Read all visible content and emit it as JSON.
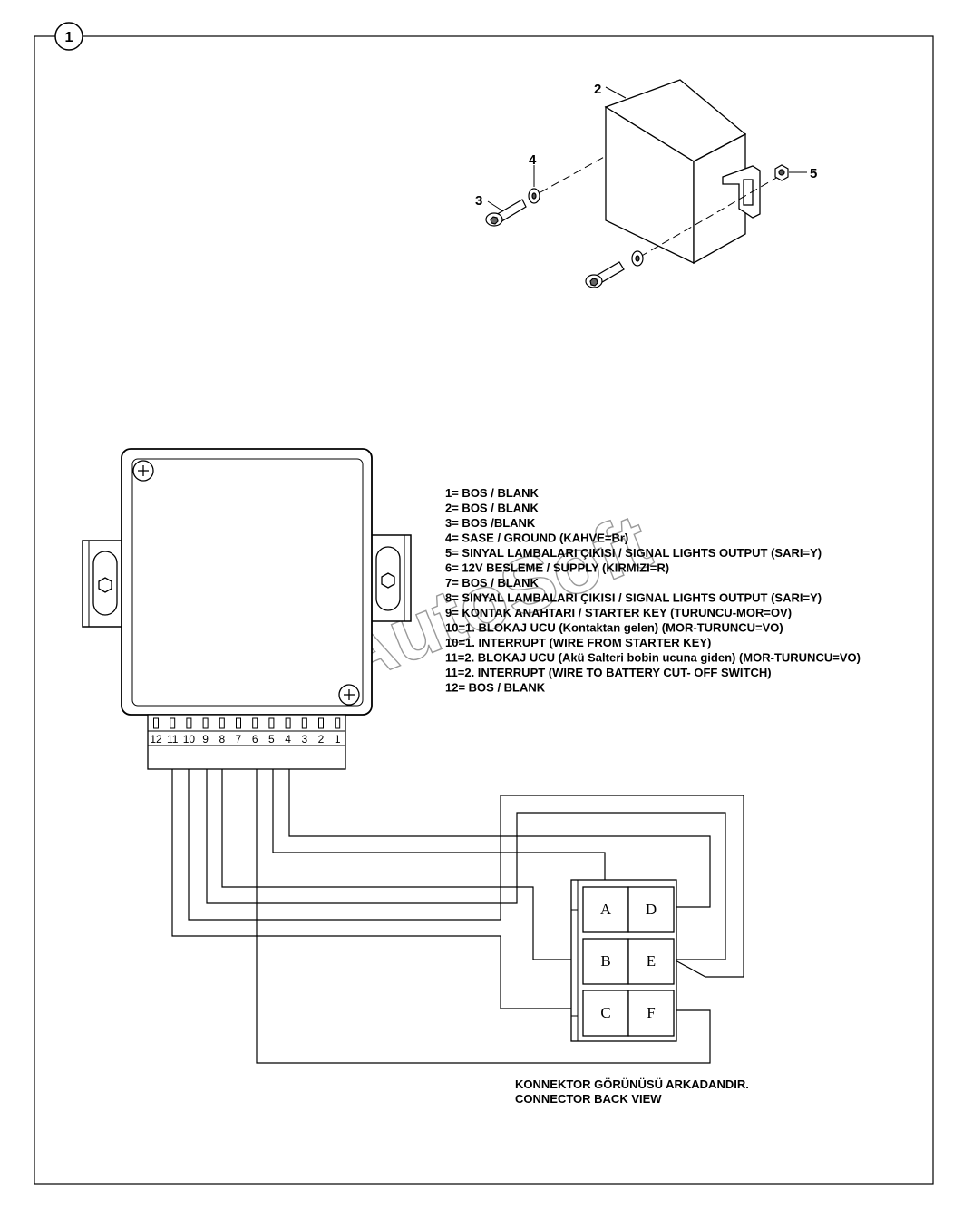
{
  "figure_number": "1",
  "parts": [
    {
      "id": "2",
      "label": "2"
    },
    {
      "id": "3",
      "label": "3"
    },
    {
      "id": "4",
      "label": "4"
    },
    {
      "id": "5",
      "label": "5"
    }
  ],
  "legend": [
    "1= BOS / BLANK",
    "2= BOS / BLANK",
    "3= BOS /BLANK",
    "4= SASE / GROUND (KAHVE=Br)",
    "5= SINYAL LAMBALARI ÇIKISI / SIGNAL LIGHTS OUTPUT (SARI=Y)",
    "6= 12V BESLEME / SUPPLY (KIRMIZI=R)",
    "7= BOS / BLANK",
    "8= SINYAL LAMBALARI ÇIKISI / SIGNAL LIGHTS OUTPUT (SARI=Y)",
    "9= KONTAK ANAHTARI / STARTER KEY (TURUNCU-MOR=OV)",
    "10=1. BLOKAJ UCU (Kontaktan gelen) (MOR-TURUNCU=VO)",
    "10=1. INTERRUPT (WIRE FROM STARTER KEY)",
    "11=2. BLOKAJ UCU (Akü Salteri bobin ucuna giden) (MOR-TURUNCU=VO)",
    "11=2. INTERRUPT (WIRE TO BATTERY CUT- OFF SWITCH)",
    "12= BOS / BLANK"
  ],
  "pins": [
    "12",
    "11",
    "10",
    "9",
    "8",
    "7",
    "6",
    "5",
    "4",
    "3",
    "2",
    "1"
  ],
  "connector_cells": [
    "A",
    "D",
    "B",
    "E",
    "C",
    "F"
  ],
  "note": [
    "KONNEKTOR GÖRÜNÜSÜ ARKADANDIR.",
    "CONNECTOR BACK VIEW"
  ],
  "watermark": "AutoSoft"
}
